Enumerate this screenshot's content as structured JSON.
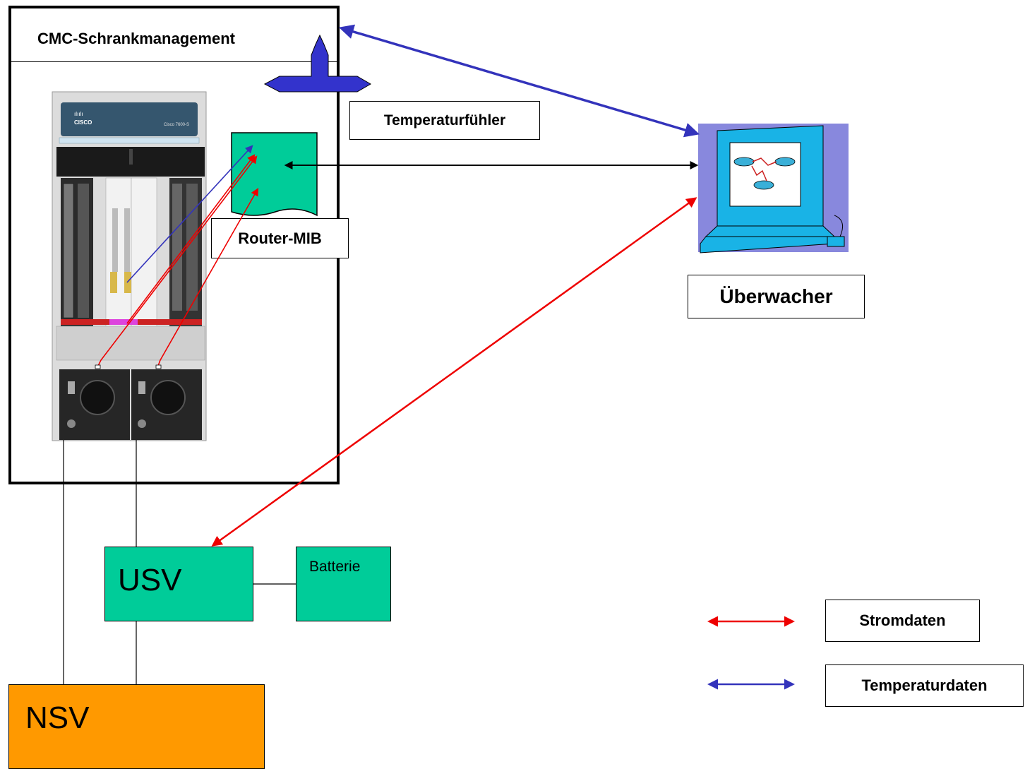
{
  "cabinet": {
    "title": "CMC-Schrankmanagement"
  },
  "labels": {
    "temperature_sensor": "Temperaturfühler",
    "router_mib": "Router-MIB",
    "monitor": "Überwacher",
    "usv": "USV",
    "battery": "Batterie",
    "nsv": "NSV"
  },
  "router_device": {
    "brand": "CISCO",
    "model": "Cisco 7600-S"
  },
  "legend": [
    {
      "label": "Stromdaten",
      "color": "#ee0000"
    },
    {
      "label": "Temperaturdaten",
      "color": "#3333bb"
    }
  ],
  "colors": {
    "power_data": "#ee0000",
    "temperature_data": "#3333bb",
    "green_box": "#00cc99",
    "nsv_box": "#ff9900",
    "monitor_bg": "#8888dd",
    "monitor_body": "#19b3e6"
  }
}
